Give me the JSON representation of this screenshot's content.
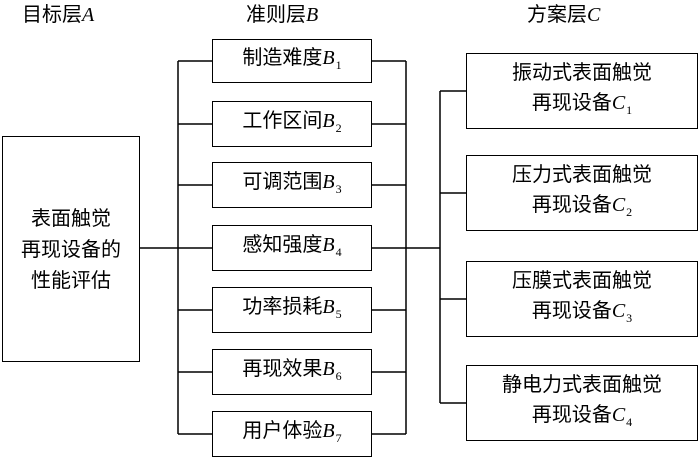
{
  "headers": {
    "goal": {
      "text": "目标层",
      "var": "A"
    },
    "criteria": {
      "text": "准则层",
      "var": "B"
    },
    "scheme": {
      "text": "方案层",
      "var": "C"
    }
  },
  "goal": {
    "lines": [
      "表面触觉",
      "再现设备的",
      "性能评估"
    ]
  },
  "criteria": [
    {
      "text": "制造难度",
      "var": "B",
      "sub": "1"
    },
    {
      "text": "工作区间",
      "var": "B",
      "sub": "2"
    },
    {
      "text": "可调范围",
      "var": "B",
      "sub": "3"
    },
    {
      "text": "感知强度",
      "var": "B",
      "sub": "4"
    },
    {
      "text": "功率损耗",
      "var": "B",
      "sub": "5"
    },
    {
      "text": "再现效果",
      "var": "B",
      "sub": "6"
    },
    {
      "text": "用户体验",
      "var": "B",
      "sub": "7"
    }
  ],
  "schemes": [
    {
      "line1": "振动式表面触觉",
      "line2": "再现设备",
      "var": "C",
      "sub": "1"
    },
    {
      "line1": "压力式表面触觉",
      "line2": "再现设备",
      "var": "C",
      "sub": "2"
    },
    {
      "line1": "压膜式表面触觉",
      "line2": "再现设备",
      "var": "C",
      "sub": "3"
    },
    {
      "line1": "静电力式表面触觉",
      "line2": "再现设备",
      "var": "C",
      "sub": "4"
    }
  ]
}
